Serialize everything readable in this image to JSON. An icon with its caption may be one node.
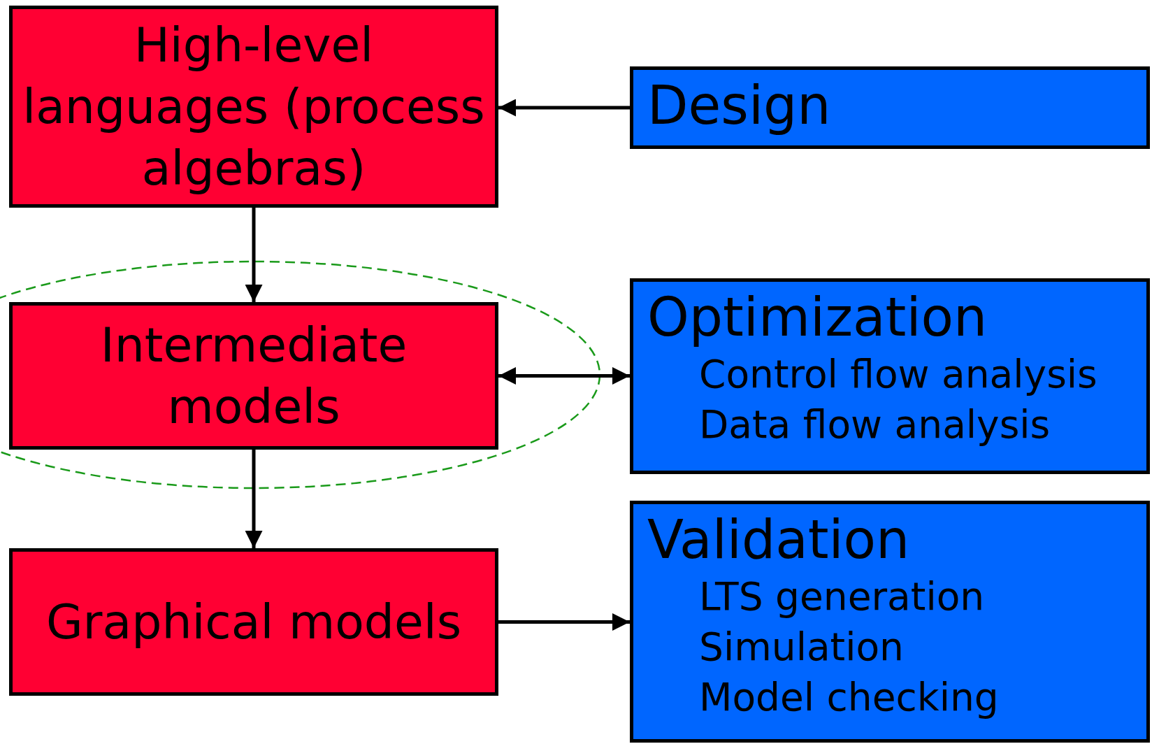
{
  "diagram": {
    "nodes": [
      {
        "text": [
          "High-level languages (process algebras)"
        ]
      },
      {
        "text": [
          "Design"
        ]
      },
      {
        "text": [
          "Intermediate models"
        ]
      },
      {
        "text": [
          "Optimization",
          "Control flow analysis",
          "Data flow analysis"
        ]
      },
      {
        "text": [
          "Graphical models"
        ]
      },
      {
        "text": [
          "Validation",
          "LTS generation",
          "Simulation",
          "Model checking"
        ]
      }
    ],
    "edges": [
      {
        "from": 1,
        "to": 0,
        "arrow": "to"
      },
      {
        "from": 0,
        "to": 2,
        "arrow": "to"
      },
      {
        "from": 2,
        "to": 3,
        "arrow": "both"
      },
      {
        "from": 2,
        "to": 4,
        "arrow": "to"
      },
      {
        "from": 4,
        "to": 5,
        "arrow": "to"
      }
    ]
  }
}
